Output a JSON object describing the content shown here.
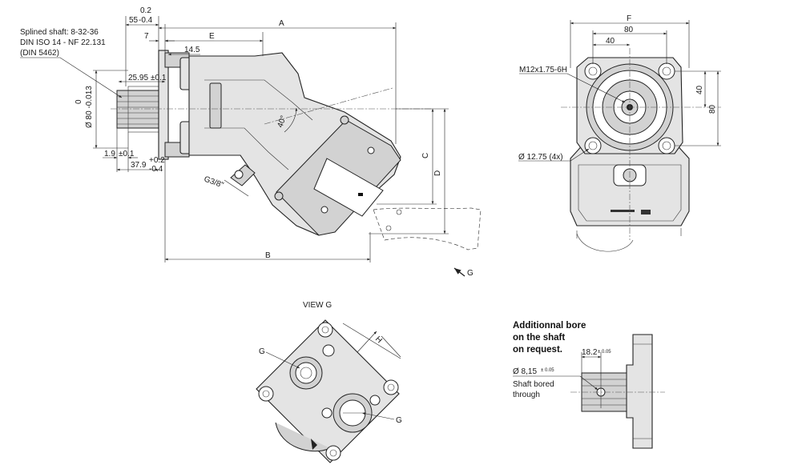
{
  "side_view": {
    "shaft_note_line1": "Splined shaft: 8-32-36",
    "shaft_note_line2": "DIN ISO 14 - NF 22.131",
    "shaft_note_line3": "(DIN 5462)",
    "dim_tol_top": "0.2",
    "dim_55": "55",
    "dim_55_tol": "-0.4",
    "dim_7": "7",
    "dim_E": "E",
    "dim_A": "A",
    "dim_14_5": "14.5",
    "dim_25_95": "25.95",
    "dim_25_95_tol": "±0.1",
    "dim_dia80_a": "0",
    "dim_dia80_b": "Ø 80 -0.013",
    "dim_angle": "40°",
    "dim_1_9": "1.9",
    "dim_1_9_tol": "±0.1",
    "dim_37_9": "37.9",
    "dim_37_9_tol_a": "+0.2",
    "dim_37_9_tol_b": "-0.4",
    "port_label": "G3/8\"",
    "dim_C": "C",
    "dim_D": "D",
    "dim_B": "B",
    "view_arrow_label": "G"
  },
  "front_view": {
    "dim_F": "F",
    "dim_80_h": "80",
    "dim_40_h": "40",
    "dim_40_v": "40",
    "dim_80_v": "80",
    "thread_label": "M12x1.75-6H",
    "hole_label": "Ø 12.75 (4x)"
  },
  "view_g": {
    "title": "VIEW G",
    "port_label_top": "G",
    "port_label_bottom": "G",
    "dim_H": "H"
  },
  "bore_detail": {
    "title_line1": "Additionnal bore",
    "title_line2": "on the shaft",
    "title_line3": "on request.",
    "dim_18_2": "18.2",
    "dim_18_2_tol": "± 0.05",
    "dim_bore": "Ø 8,15",
    "dim_bore_tol": "± 0.05",
    "note_line1": "Shaft bored",
    "note_line2": "through"
  }
}
